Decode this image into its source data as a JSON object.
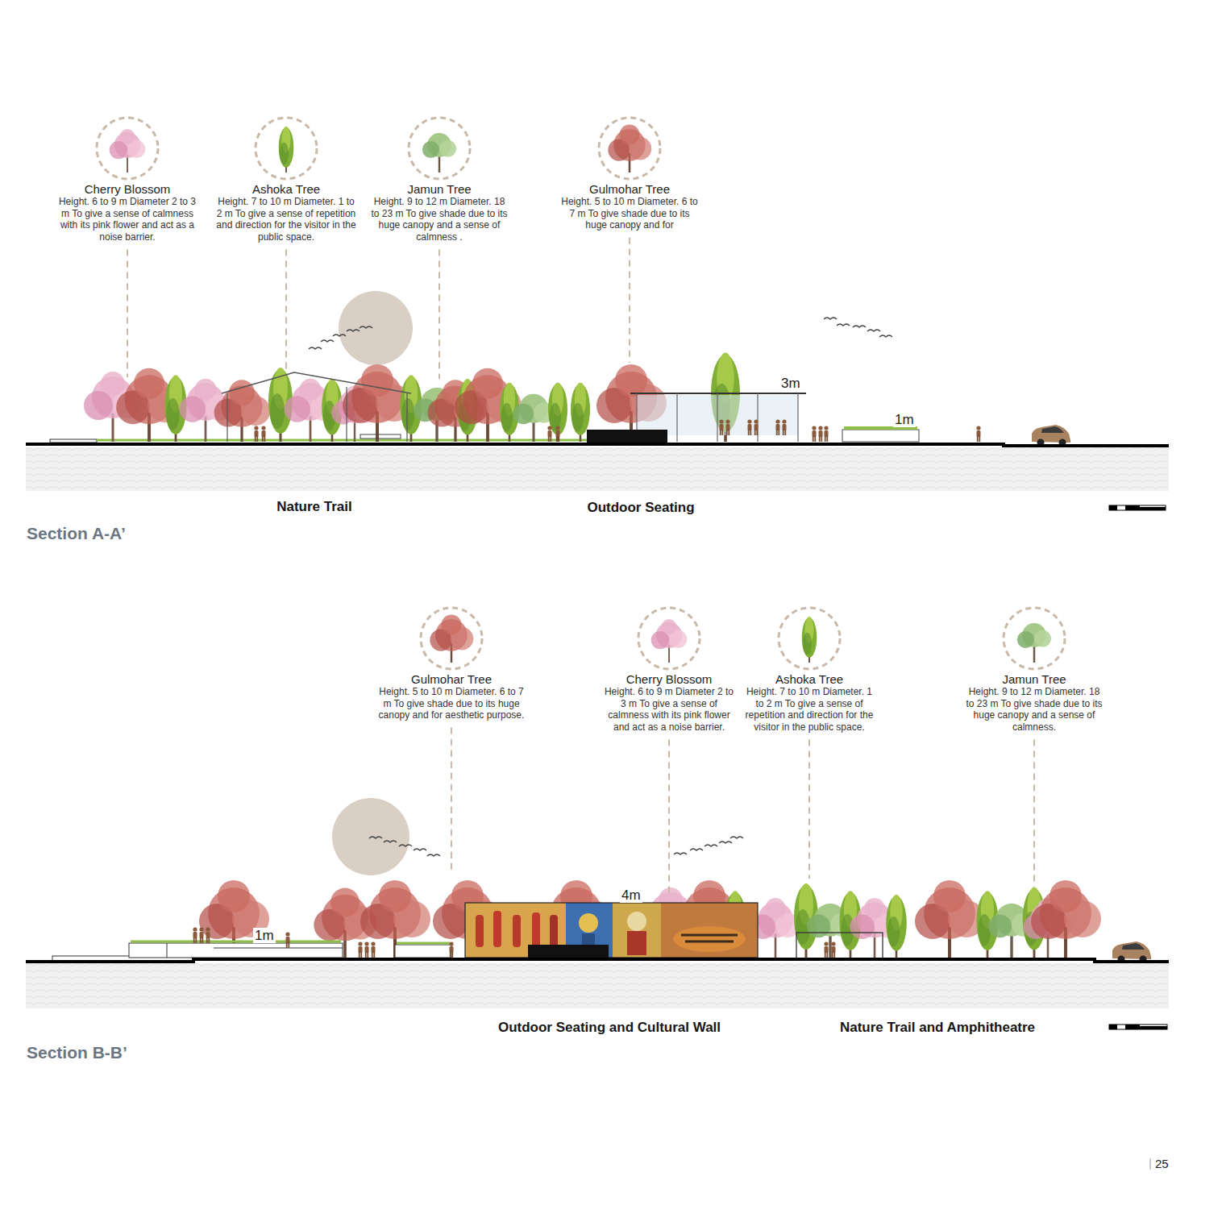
{
  "diagram": {
    "nodes": [
      {
        "text": [
          "Cherry Blossom",
          "Height. 6 to 9 m Diameter 2 to 3 m To give a sense of calmness with its pink flower and act as a noise barrier."
        ]
      },
      {
        "text": [
          "Ashoka Tree",
          "Height. 7 to 10 m Diameter. 1 to 2 m To give a sense of repetition and direction for the visitor in the public space."
        ]
      },
      {
        "text": [
          "Jamun Tree",
          "Height. 9 to 12 m Diameter. 18 to 23 m To give shade due to its huge canopy and a sense of calmness ."
        ]
      },
      {
        "text": [
          "Gulmohar Tree",
          "Height. 5 to 10 m Diameter. 6 to 7 m To give shade due to its huge canopy and for"
        ]
      },
      {
        "text": [
          "Gulmohar Tree",
          "Height. 5 to 10 m Diameter. 6 to 7 m To give shade due to its huge canopy and for aesthetic purpose."
        ]
      },
      {
        "text": [
          "Cherry Blossom",
          "Height. 6 to 9 m Diameter 2 to 3 m To give a sense of calmness with its pink flower and act as a noise barrier."
        ]
      },
      {
        "text": [
          "Ashoka Tree",
          "Height. 7 to 10 m Diameter. 1 to 2 m To give a sense of repetition and direction for the visitor in the public space."
        ]
      },
      {
        "text": [
          "Jamun Tree",
          "Height. 9 to 12 m Diameter. 18 to 23 m To give shade due to its huge canopy and a sense of calmness."
        ]
      }
    ],
    "labels": [
      "3m",
      "1m",
      "Nature Trail",
      "Outdoor Seating",
      "Section A-A’",
      "1m",
      "4m",
      "Outdoor Seating and Cultural Wall",
      "Nature Trail and Amphitheatre",
      "Section B-B’",
      "25"
    ]
  }
}
